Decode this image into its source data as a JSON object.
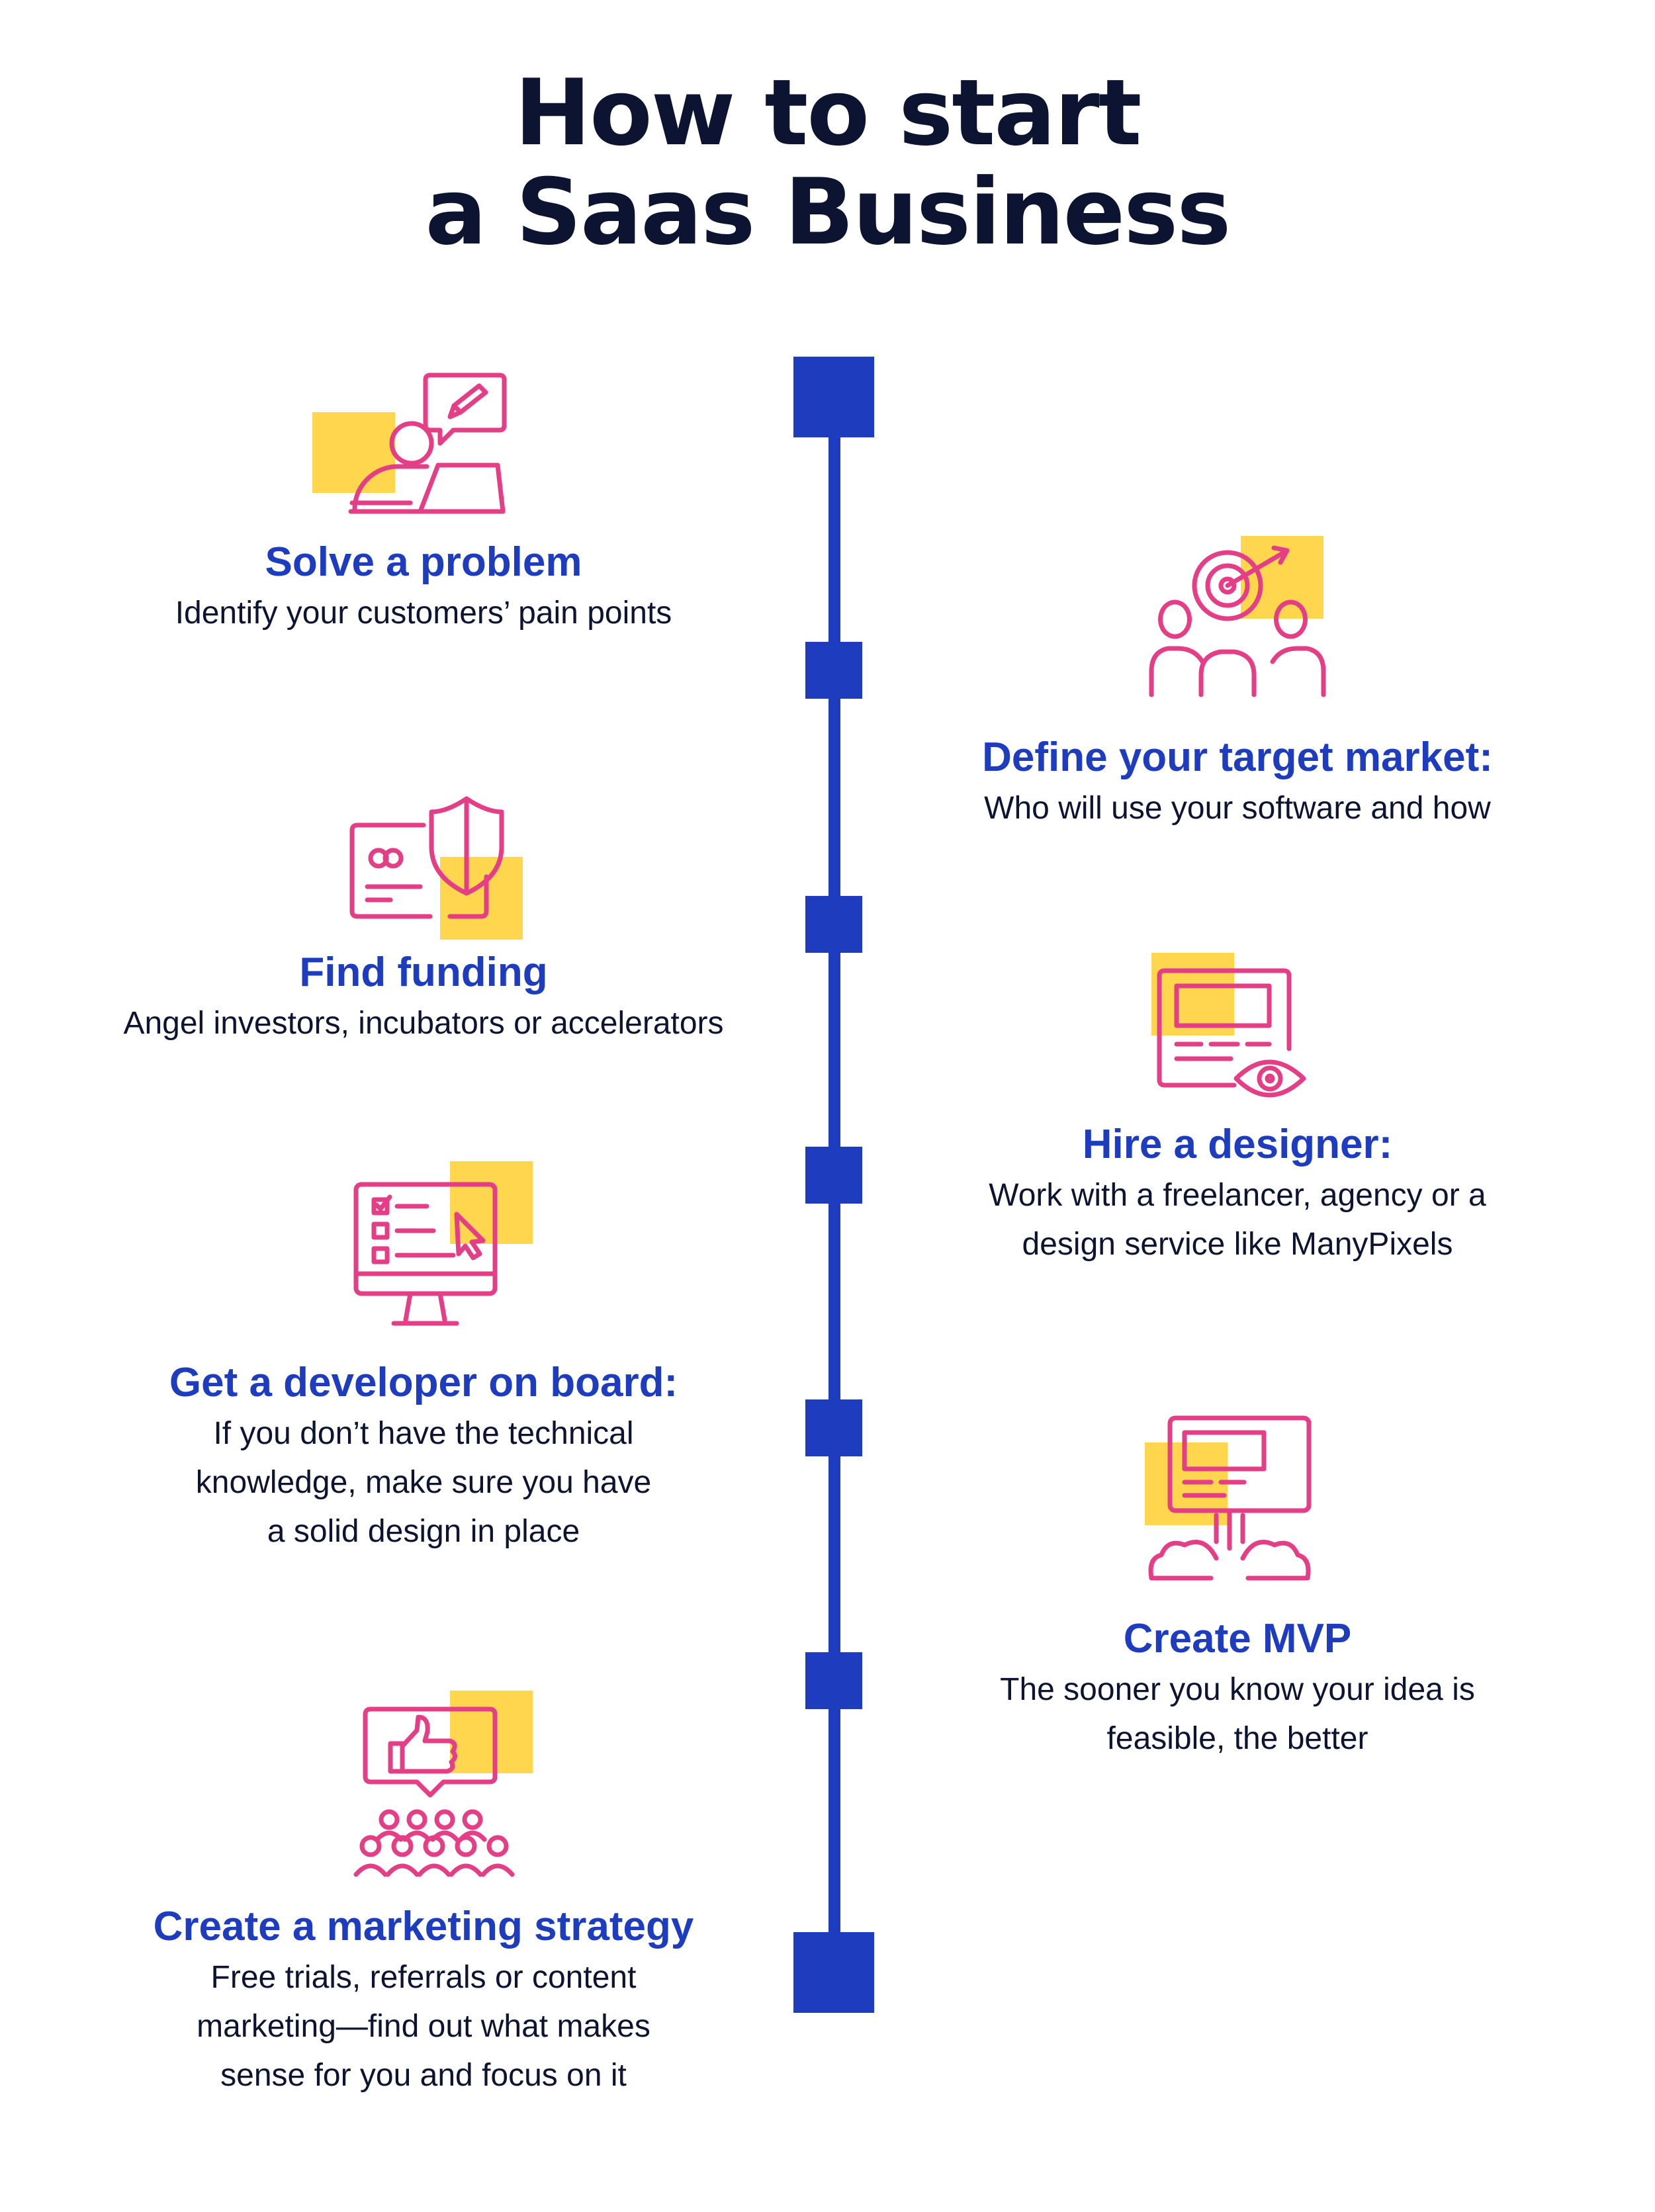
{
  "title": {
    "line1": "How to start",
    "line2": "a Saas Business"
  },
  "colors": {
    "timeline": "#1e3cbe",
    "heading": "#1e3cbe",
    "text": "#0d1432",
    "icon_stroke": "#e43f86",
    "icon_accent": "#ffd64d"
  },
  "steps": [
    {
      "heading": "Solve a problem",
      "desc": [
        "Identify your customers’ pain points"
      ],
      "icon": "person-laptop-chat-icon",
      "side": "left"
    },
    {
      "heading": "Define your target market:",
      "desc": [
        "Who will use your software and how"
      ],
      "icon": "target-audience-icon",
      "side": "right"
    },
    {
      "heading": "Find funding",
      "desc": [
        "Angel investors, incubators or accelerators"
      ],
      "icon": "card-shield-icon",
      "side": "left"
    },
    {
      "heading": "Hire a designer:",
      "desc": [
        "Work with a freelancer, agency or a",
        "design service like ManyPixels"
      ],
      "icon": "design-eye-icon",
      "side": "right"
    },
    {
      "heading": "Get a developer on board:",
      "desc": [
        "If you don’t have the technical",
        "knowledge, make sure you have",
        "a solid design in place"
      ],
      "icon": "monitor-checklist-icon",
      "side": "left"
    },
    {
      "heading": "Create MVP",
      "desc": [
        "The sooner you know your idea is",
        "feasible, the better"
      ],
      "icon": "launch-screen-icon",
      "side": "right"
    },
    {
      "heading": "Create a marketing strategy",
      "desc": [
        "Free trials, referrals or content",
        "marketing—find out what makes",
        "sense for you and focus on it"
      ],
      "icon": "thumbs-up-crowd-icon",
      "side": "left"
    }
  ]
}
